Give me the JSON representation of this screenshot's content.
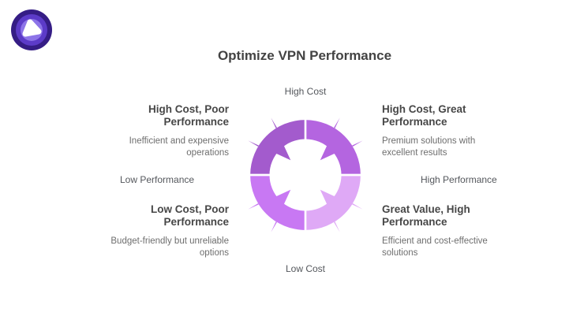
{
  "logo": {
    "name": "purevpn-logo",
    "outer_color": "#351d85",
    "mid_color": "#5c3bc8",
    "inner_color": "#8d74e8",
    "core_color": "#ffffff"
  },
  "title": "Optimize VPN Performance",
  "axis_labels": {
    "top": "High Cost",
    "bottom": "Low Cost",
    "left": "Low Performance",
    "right": "High Performance"
  },
  "quadrants": {
    "top_left": {
      "heading": "High Cost, Poor Performance",
      "description": "Inefficient and expensive operations",
      "color": "#a35bcd"
    },
    "top_right": {
      "heading": "High Cost, Great Performance",
      "description": "Premium solutions with excellent results",
      "color": "#b465e0"
    },
    "bottom_left": {
      "heading": "Low Cost, Poor Performance",
      "description": "Budget-friendly but unreliable options",
      "color": "#c878f3"
    },
    "bottom_right": {
      "heading": "Great Value, High Performance",
      "description": "Efficient and cost-effective solutions",
      "color": "#dfa9f6"
    }
  }
}
